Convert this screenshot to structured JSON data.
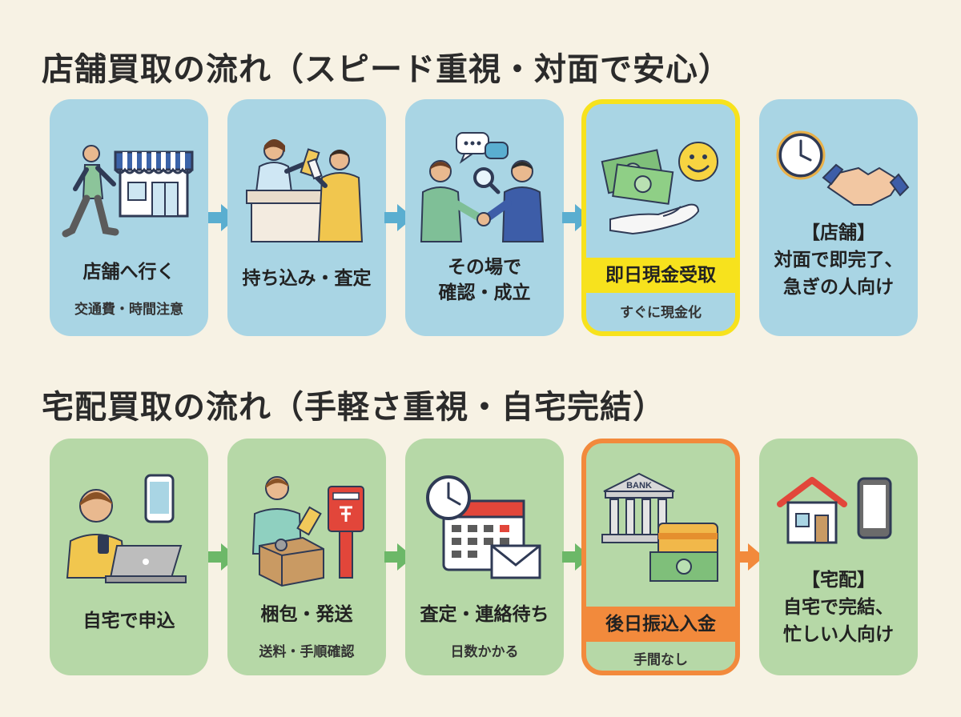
{
  "store_section": {
    "title": "店舗買取の流れ（スピード重視・対面で安心）",
    "steps": [
      {
        "icon": "walking-to-store-icon",
        "label": "店舗へ行く",
        "note": "交通費・時間注意"
      },
      {
        "icon": "counter-appraisal-icon",
        "label": "持ち込み・査定"
      },
      {
        "icon": "handshake-deal-icon",
        "label_lines": [
          "その場で",
          "確認・成立"
        ]
      },
      {
        "icon": "cash-in-hand-icon",
        "label": "即日現金受取",
        "note": "すぐに現金化",
        "highlight": "#f7e21d"
      },
      {
        "icon": "clock-handshake-icon",
        "summary_lines": [
          "【店舗】",
          "対面で即完了、",
          "急ぎの人向け"
        ]
      }
    ]
  },
  "home_section": {
    "title": "宅配買取の流れ（手軽さ重視・自宅完結）",
    "steps": [
      {
        "icon": "person-laptop-phone-icon",
        "label": "自宅で申込"
      },
      {
        "icon": "packing-mailbox-icon",
        "label": "梱包・発送",
        "note": "送料・手順確認"
      },
      {
        "icon": "calendar-mail-icon",
        "label": "査定・連絡待ち",
        "note": "日数かかる"
      },
      {
        "icon": "bank-card-icon",
        "label": "後日振込入金",
        "note": "手間なし",
        "highlight": "#f28a3c",
        "bank_sign": "BANK"
      },
      {
        "icon": "house-phone-icon",
        "summary_lines": [
          "【宅配】",
          "自宅で完結、",
          "忙しい人向け"
        ]
      }
    ]
  },
  "colors": {
    "background": "#f7f2e4",
    "store_card": "#a9d5e4",
    "home_card": "#b6d8a7",
    "store_arrow": "#5aaed0",
    "home_arrow": "#6cb868",
    "orange_arrow": "#f28a3c",
    "yellow_highlight": "#f7e21d"
  }
}
